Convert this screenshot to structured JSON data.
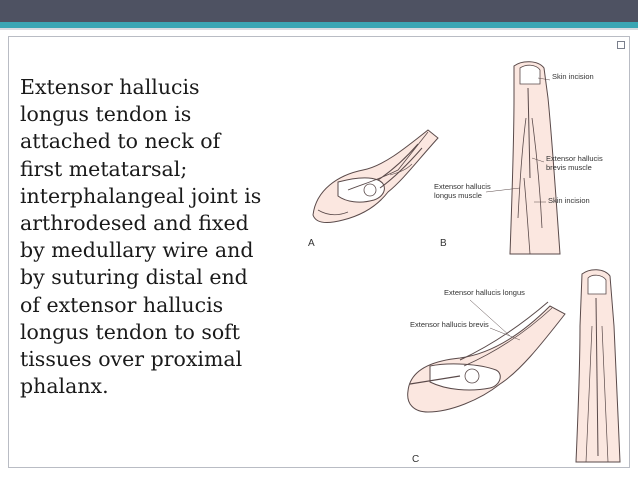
{
  "slide": {
    "body_text": "Extensor hallucis\nlongus tendon is\nattached to neck of\nfirst metatarsal;\ninterphalangeal joint is\narthrodesed and fixed\nby medullary wire and\nby suturing distal end\nof extensor hallucis\nlongus tendon to soft\ntissues over proximal\nphalanx."
  },
  "figure": {
    "panel_a": {
      "letter": "A"
    },
    "panel_b": {
      "letter": "B",
      "labels": {
        "skin_incision_top": "Skin incision",
        "ehb_muscle_1": "Extensor hallucis",
        "ehb_muscle_2": "brevis muscle",
        "ehl_muscle_1": "Extensor hallucis",
        "ehl_muscle_2": "longus muscle",
        "skin_incision_bottom": "Skin incision"
      }
    },
    "panel_c": {
      "letter": "C",
      "labels": {
        "ehl": "Extensor hallucis longus",
        "ehb": "Extensor hallucis brevis"
      }
    }
  },
  "colors": {
    "header_bar": "#4e5262",
    "accent_stripe": "#3aa6b4",
    "skin_tint": "#fbe7e0",
    "line_art": "#5a4a4a"
  }
}
